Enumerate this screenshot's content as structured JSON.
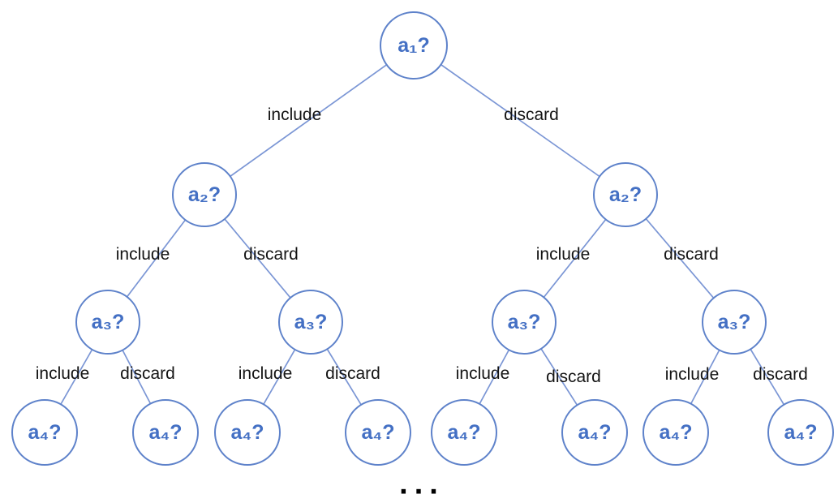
{
  "tree": {
    "labels": {
      "include": "include",
      "discard": "discard"
    },
    "ellipsis": "...",
    "colors": {
      "node_stroke": "#5e82ca",
      "node_text": "#4470c4",
      "edge_line": "#7b96d5",
      "edge_label_text": "#141414"
    },
    "nodes": [
      {
        "level": 1,
        "label": "a₁?"
      },
      {
        "level": 2,
        "label": "a₂?"
      },
      {
        "level": 2,
        "label": "a₂?"
      },
      {
        "level": 3,
        "label": "a₃?"
      },
      {
        "level": 3,
        "label": "a₃?"
      },
      {
        "level": 3,
        "label": "a₃?"
      },
      {
        "level": 3,
        "label": "a₃?"
      },
      {
        "level": 4,
        "label": "a₄?"
      },
      {
        "level": 4,
        "label": "a₄?"
      },
      {
        "level": 4,
        "label": "a₄?"
      },
      {
        "level": 4,
        "label": "a₄?"
      },
      {
        "level": 4,
        "label": "a₄?"
      },
      {
        "level": 4,
        "label": "a₄?"
      },
      {
        "level": 4,
        "label": "a₄?"
      },
      {
        "level": 4,
        "label": "a₄?"
      }
    ],
    "edges": [
      {
        "from": 0,
        "to": 1,
        "label": "include"
      },
      {
        "from": 0,
        "to": 2,
        "label": "discard"
      },
      {
        "from": 1,
        "to": 3,
        "label": "include"
      },
      {
        "from": 1,
        "to": 4,
        "label": "discard"
      },
      {
        "from": 2,
        "to": 5,
        "label": "include"
      },
      {
        "from": 2,
        "to": 6,
        "label": "discard"
      },
      {
        "from": 3,
        "to": 7,
        "label": "include"
      },
      {
        "from": 3,
        "to": 8,
        "label": "discard"
      },
      {
        "from": 4,
        "to": 9,
        "label": "include"
      },
      {
        "from": 4,
        "to": 10,
        "label": "discard"
      },
      {
        "from": 5,
        "to": 11,
        "label": "include"
      },
      {
        "from": 5,
        "to": 12,
        "label": "discard"
      },
      {
        "from": 6,
        "to": 13,
        "label": "include"
      },
      {
        "from": 6,
        "to": 14,
        "label": "discard"
      }
    ]
  }
}
